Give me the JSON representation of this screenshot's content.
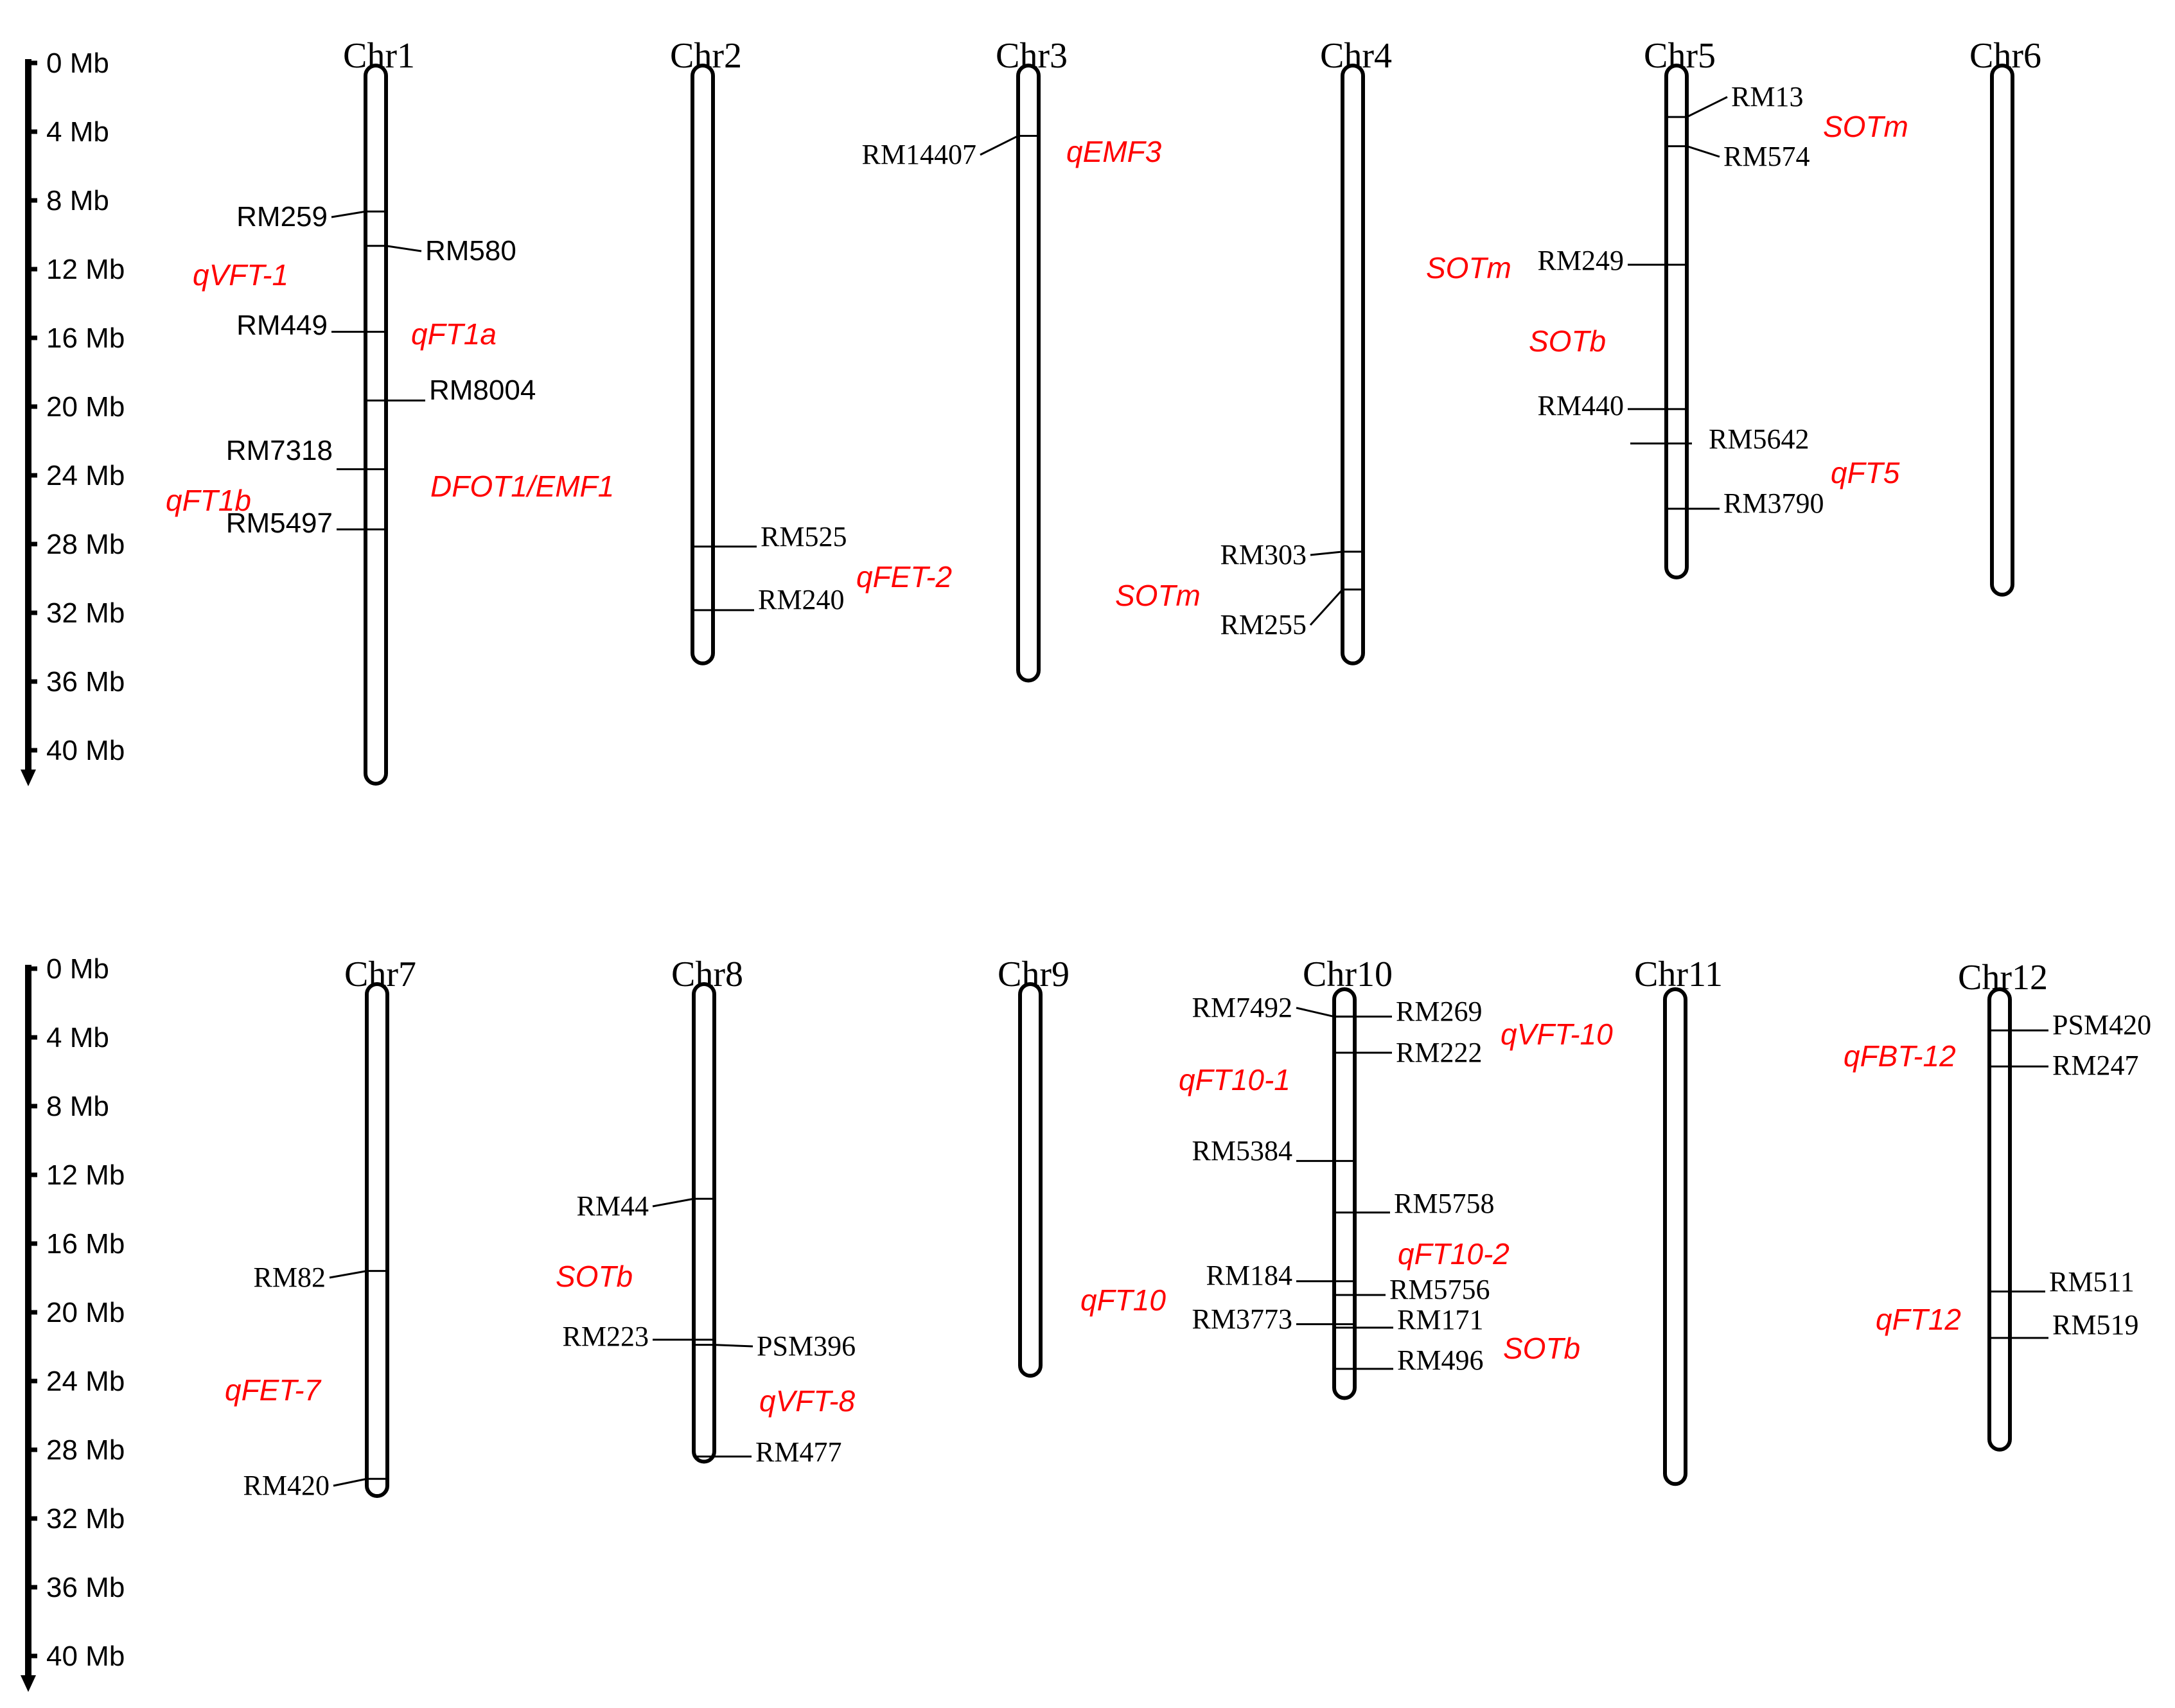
{
  "colors": {
    "ink": "#000000",
    "qtl": "#ff0000",
    "background": "#ffffff"
  },
  "scales": [
    {
      "panel": "top",
      "labels": [
        "0 Mb",
        "4 Mb",
        "8 Mb",
        "12 Mb",
        "16 Mb",
        "20 Mb",
        "24 Mb",
        "28 Mb",
        "32 Mb",
        "36 Mb",
        "40 Mb"
      ]
    },
    {
      "panel": "bottom",
      "labels": [
        "0 Mb",
        "4 Mb",
        "8 Mb",
        "12 Mb",
        "16 Mb",
        "20 Mb",
        "24 Mb",
        "28 Mb",
        "32 Mb",
        "36 Mb",
        "40 Mb"
      ]
    }
  ],
  "chromosomes": [
    {
      "name": "Chr1",
      "panel": "top",
      "length_mb": 40
    },
    {
      "name": "Chr2",
      "panel": "top",
      "length_mb": 33
    },
    {
      "name": "Chr3",
      "panel": "top",
      "length_mb": 34
    },
    {
      "name": "Chr4",
      "panel": "top",
      "length_mb": 33
    },
    {
      "name": "Chr5",
      "panel": "top",
      "length_mb": 28
    },
    {
      "name": "Chr6",
      "panel": "top",
      "length_mb": 29
    },
    {
      "name": "Chr7",
      "panel": "bottom",
      "length_mb": 28
    },
    {
      "name": "Chr8",
      "panel": "bottom",
      "length_mb": 26
    },
    {
      "name": "Chr9",
      "panel": "bottom",
      "length_mb": 21
    },
    {
      "name": "Chr10",
      "panel": "bottom",
      "length_mb": 22
    },
    {
      "name": "Chr11",
      "panel": "bottom",
      "length_mb": 27
    },
    {
      "name": "Chr12",
      "panel": "bottom",
      "length_mb": 25
    }
  ],
  "markers": [
    {
      "chromosome": "Chr1",
      "name": "RM259",
      "position_mb": 7
    },
    {
      "chromosome": "Chr1",
      "name": "RM580",
      "position_mb": 9
    },
    {
      "chromosome": "Chr1",
      "name": "RM449",
      "position_mb": 14
    },
    {
      "chromosome": "Chr1",
      "name": "RM8004",
      "position_mb": 18
    },
    {
      "chromosome": "Chr1",
      "name": "RM7318",
      "position_mb": 22
    },
    {
      "chromosome": "Chr1",
      "name": "RM5497",
      "position_mb": 25.5
    },
    {
      "chromosome": "Chr2",
      "name": "RM525",
      "position_mb": 26.5
    },
    {
      "chromosome": "Chr2",
      "name": "RM240",
      "position_mb": 30.2
    },
    {
      "chromosome": "Chr3",
      "name": "RM14407",
      "position_mb": 2.6
    },
    {
      "chromosome": "Chr4",
      "name": "RM303",
      "position_mb": 26.8
    },
    {
      "chromosome": "Chr4",
      "name": "RM255",
      "position_mb": 29
    },
    {
      "chromosome": "Chr5",
      "name": "RM13",
      "position_mb": 1.5
    },
    {
      "chromosome": "Chr5",
      "name": "RM574",
      "position_mb": 3.2
    },
    {
      "chromosome": "Chr5",
      "name": "RM249",
      "position_mb": 10.1
    },
    {
      "chromosome": "Chr5",
      "name": "RM440",
      "position_mb": 18.5
    },
    {
      "chromosome": "Chr5",
      "name": "RM5642",
      "position_mb": 20.5
    },
    {
      "chromosome": "Chr5",
      "name": "RM3790",
      "position_mb": 24.3
    },
    {
      "chromosome": "Chr7",
      "name": "RM82",
      "position_mb": 15.2
    },
    {
      "chromosome": "Chr7",
      "name": "RM420",
      "position_mb": 27.3
    },
    {
      "chromosome": "Chr8",
      "name": "RM44",
      "position_mb": 11
    },
    {
      "chromosome": "Chr8",
      "name": "RM223",
      "position_mb": 19.2
    },
    {
      "chromosome": "Chr8",
      "name": "PSM396",
      "position_mb": 19.5
    },
    {
      "chromosome": "Chr8",
      "name": "RM477",
      "position_mb": 26
    },
    {
      "chromosome": "Chr10",
      "name": "RM7492",
      "position_mb": 0.1
    },
    {
      "chromosome": "Chr10",
      "name": "RM269",
      "position_mb": 0.1
    },
    {
      "chromosome": "Chr10",
      "name": "RM222",
      "position_mb": 2.2
    },
    {
      "chromosome": "Chr10",
      "name": "RM5384",
      "position_mb": 8.5
    },
    {
      "chromosome": "Chr10",
      "name": "RM5758",
      "position_mb": 11.5
    },
    {
      "chromosome": "Chr10",
      "name": "RM184",
      "position_mb": 15.5
    },
    {
      "chromosome": "Chr10",
      "name": "RM5756",
      "position_mb": 16.3
    },
    {
      "chromosome": "Chr10",
      "name": "RM3773",
      "position_mb": 18
    },
    {
      "chromosome": "Chr10",
      "name": "RM171",
      "position_mb": 18.2
    },
    {
      "chromosome": "Chr10",
      "name": "RM496",
      "position_mb": 20.6
    },
    {
      "chromosome": "Chr12",
      "name": "PSM420",
      "position_mb": 0.9
    },
    {
      "chromosome": "Chr12",
      "name": "RM247",
      "position_mb": 3
    },
    {
      "chromosome": "Chr12",
      "name": "RM511",
      "position_mb": 16.1
    },
    {
      "chromosome": "Chr12",
      "name": "RM519",
      "position_mb": 18.8
    }
  ],
  "qtls": [
    {
      "chromosome": "Chr1",
      "name": "qVFT-1"
    },
    {
      "chromosome": "Chr1",
      "name": "qFT1a"
    },
    {
      "chromosome": "Chr1",
      "name": "DFOT1/EMF1"
    },
    {
      "chromosome": "Chr1",
      "name": "qFT1b"
    },
    {
      "chromosome": "Chr2",
      "name": "qFET-2"
    },
    {
      "chromosome": "Chr3",
      "name": "qEMF3"
    },
    {
      "chromosome": "Chr4",
      "name": "SOTm"
    },
    {
      "chromosome": "Chr5",
      "name": "SOTm"
    },
    {
      "chromosome": "Chr5",
      "name": "SOTm"
    },
    {
      "chromosome": "Chr5",
      "name": "SOTb"
    },
    {
      "chromosome": "Chr5",
      "name": "qFT5"
    },
    {
      "chromosome": "Chr7",
      "name": "qFET-7"
    },
    {
      "chromosome": "Chr8",
      "name": "SOTb"
    },
    {
      "chromosome": "Chr8",
      "name": "qVFT-8"
    },
    {
      "chromosome": "Chr10",
      "name": "qVFT-10"
    },
    {
      "chromosome": "Chr10",
      "name": "qFT10-1"
    },
    {
      "chromosome": "Chr10",
      "name": "qFT10-2"
    },
    {
      "chromosome": "Chr10",
      "name": "qFT10"
    },
    {
      "chromosome": "Chr10",
      "name": "SOTb"
    },
    {
      "chromosome": "Chr12",
      "name": "qFBT-12"
    },
    {
      "chromosome": "Chr12",
      "name": "qFT12"
    }
  ]
}
